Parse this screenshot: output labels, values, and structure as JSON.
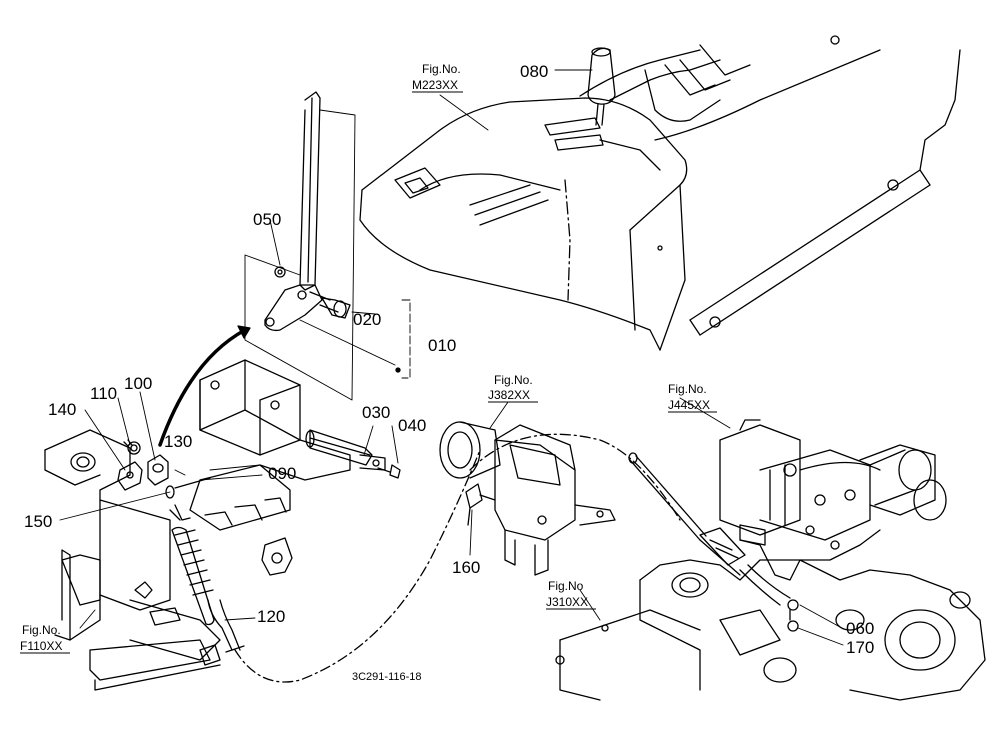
{
  "diagram": {
    "part_labels": {
      "p010": "010",
      "p020": "020",
      "p030": "030",
      "p040": "040",
      "p050": "050",
      "p060": "060",
      "p080": "080",
      "p090": "090",
      "p100": "100",
      "p110": "110",
      "p120": "120",
      "p130": "130",
      "p140": "140",
      "p150": "150",
      "p160": "160",
      "p170": "170"
    },
    "figure_refs": [
      {
        "line1": "Fig.No.",
        "line2": "M223XX"
      },
      {
        "line1": "Fig.No.",
        "line2": "J382XX"
      },
      {
        "line1": "Fig.No.",
        "line2": "J445XX"
      },
      {
        "line1": "Fig.No",
        "line2": "J310XX"
      },
      {
        "line1": "Fig.No.",
        "line2": "F110XX"
      }
    ],
    "drawing_code": "3C291-116-18"
  }
}
